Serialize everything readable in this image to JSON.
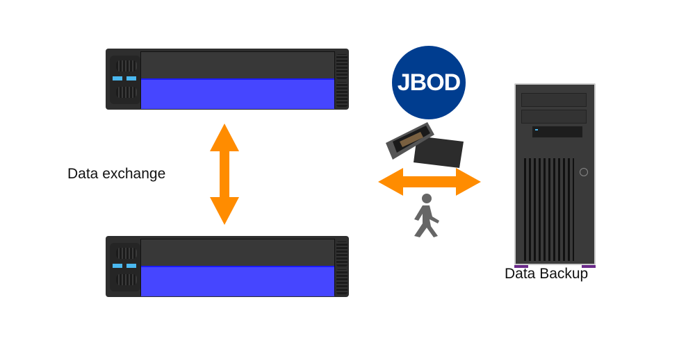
{
  "labels": {
    "data_exchange": "Data exchange",
    "jbod": "JBOD",
    "data_backup": "Data Backup"
  },
  "colors": {
    "arrow": "#ff8c00",
    "jbod_circle": "#003d8f",
    "drive_tray": "#4646ff",
    "led": "#4ab8f0"
  }
}
